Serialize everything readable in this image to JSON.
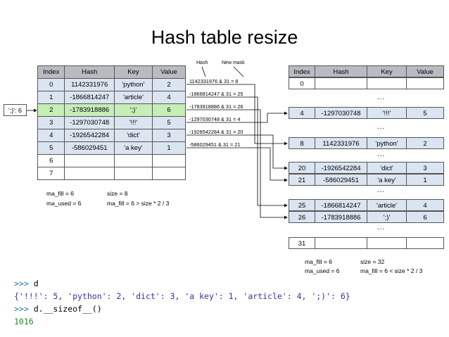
{
  "title": "Hash table resize",
  "left_table": {
    "headers": [
      "Index",
      "Hash",
      "Key",
      "Value"
    ],
    "rows": [
      [
        "0",
        "1142331976",
        "'python'",
        "2"
      ],
      [
        "1",
        "-1866814247",
        "'article'",
        "4"
      ],
      [
        "2",
        "-1783918886",
        "';)'",
        "6"
      ],
      [
        "3",
        "-1297030748",
        "'!!!'",
        "5"
      ],
      [
        "4",
        "-1926542284",
        "'dict'",
        "3"
      ],
      [
        "5",
        "-586029451",
        "'a key'",
        "1"
      ],
      [
        "6",
        "",
        "",
        ""
      ],
      [
        "7",
        "",
        "",
        ""
      ]
    ],
    "highlight_index": 2,
    "ma_fill": "ma_fill = 6",
    "ma_used": "ma_used = 6",
    "size": "size = 8",
    "resize_cond": "ma_fill = 6 > size * 2 / 3"
  },
  "new_key": "';)': 6",
  "mask_labels": {
    "hash": "Hash",
    "new_mask": "New mask"
  },
  "mask_lines": [
    "1142331976 & 31 = 8",
    "-1866814247 & 31 = 25",
    "-1783918886 & 31 = 26",
    "-1297030748 & 31 = 4",
    "-1926542284 & 31 = 20",
    "-586029451 & 31 = 21"
  ],
  "right_table": {
    "headers": [
      "Index",
      "Hash",
      "Key",
      "Value"
    ],
    "rows": [
      [
        "0",
        "",
        "",
        ""
      ],
      [
        "4",
        "-1297030748",
        "'!!!'",
        "5"
      ],
      [
        "8",
        "1142331976",
        "'python'",
        "2"
      ],
      [
        "20",
        "-1926542284",
        "'dict'",
        "3"
      ],
      [
        "21",
        "-586029451",
        "'a key'",
        "1"
      ],
      [
        "25",
        "-1866814247",
        "'article'",
        "4"
      ],
      [
        "26",
        "-1783918886",
        "';)'",
        "6"
      ],
      [
        "31",
        "",
        "",
        ""
      ]
    ],
    "ellipsis": "...",
    "ma_fill": "ma_fill = 6",
    "ma_used": "ma_used = 6",
    "size": "size = 32",
    "resize_cond": "ma_fill = 6 < size * 2 / 3"
  },
  "code": {
    "prompt": ">>>",
    "line1_cmd": "d",
    "line2_repr": "{'!!!': 5, 'python': 2, 'dict': 3, 'a key': 1, 'article': 4, ';)': 6}",
    "line3_cmd": "d.__sizeof__()",
    "line4_out": "1016"
  }
}
